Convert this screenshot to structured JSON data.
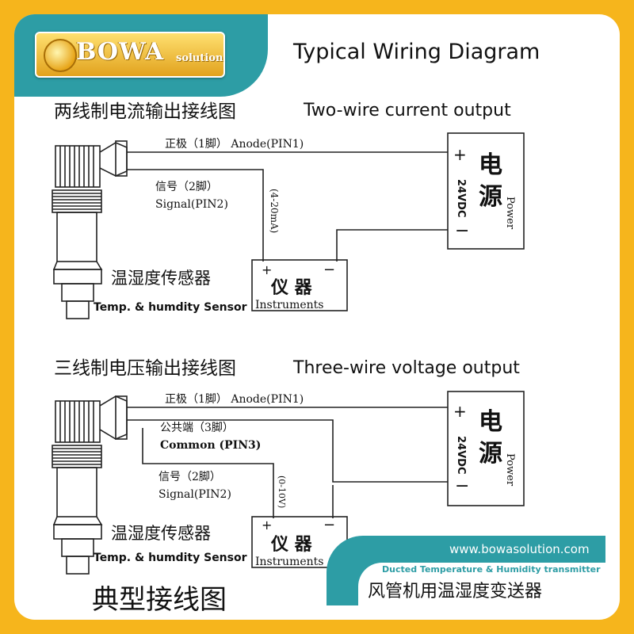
{
  "brand": {
    "name": "BOWA",
    "tagline": "solution"
  },
  "title": "Typical Wiring Diagram",
  "two_wire": {
    "title_cn": "两线制电流输出接线图",
    "title_en": "Two-wire current output",
    "anode": "正极（1脚） Anode(PIN1)",
    "signal_cn": "信号（2脚）",
    "signal_en": "Signal(PIN2)",
    "range": "(4-20mA)",
    "sensor_cn": "温湿度传感器",
    "sensor_en": "Temp. & humdity Sensor",
    "inst_cn": "仪 器",
    "inst_en": "Instruments",
    "plus": "+",
    "minus": "−",
    "ps_cn_1": "电",
    "ps_cn_2": "源",
    "ps_voltage": "24VDC",
    "ps_power": "Power"
  },
  "three_wire": {
    "title_cn": "三线制电压输出接线图",
    "title_en": "Three-wire voltage output",
    "anode": "正极（1脚） Anode(PIN1)",
    "common_cn": "公共端（3脚）",
    "common_en": "Common (PIN3)",
    "signal_cn": "信号（2脚）",
    "signal_en": "Signal(PIN2)",
    "range": "(0-10V)",
    "sensor_cn": "温湿度传感器",
    "sensor_en": "Temp. & humdity Sensor",
    "inst_cn": "仪 器",
    "inst_en": "Instruments",
    "plus": "+",
    "minus": "−",
    "ps_cn_1": "电",
    "ps_cn_2": "源",
    "ps_voltage": "24VDC",
    "ps_power": "Power"
  },
  "footer_cn": "典型接线图",
  "badge": {
    "url": "www.bowasolution.com",
    "en": "Ducted Temperature & Humidity transmitter",
    "cn": "风管机用温湿度变送器"
  },
  "colors": {
    "frame": "#f6b51c",
    "teal": "#2d9da5",
    "ink": "#222222"
  }
}
